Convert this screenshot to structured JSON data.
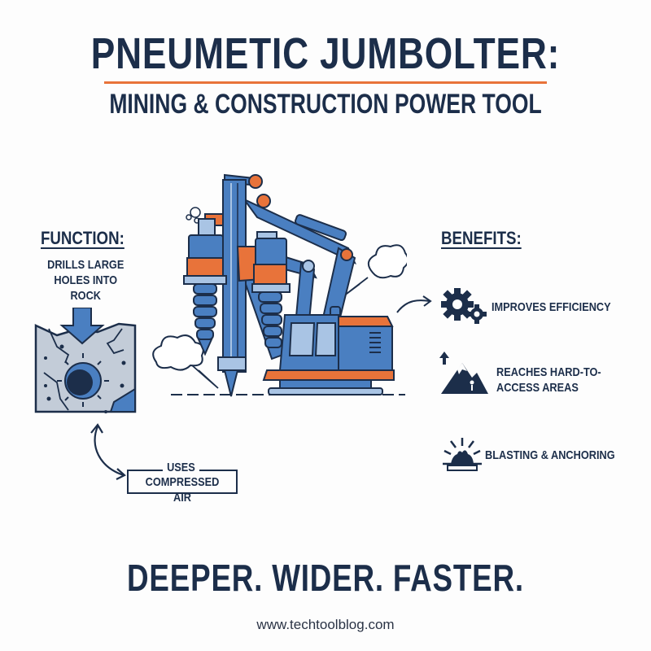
{
  "header": {
    "title": "PNEUMETIC JUMBOLTER:",
    "subtitle": "MINING & CONSTRUCTION POWER TOOL"
  },
  "function_section": {
    "heading": "FUNCTION:",
    "description_line1": "DRILLS LARGE",
    "description_line2": "HOLES INTO ROCK",
    "icon": "rock-drill-hole-icon",
    "air_label_top": "USES",
    "air_label_bottom": "COMPRESSED AIR"
  },
  "illustration": {
    "subject": "jumbolter-drilling-rig",
    "icons": [
      "drill-rig-icon",
      "exhaust-cloud-icon",
      "dust-cloud-icon"
    ]
  },
  "benefits_section": {
    "heading": "BENEFITS:",
    "items": [
      {
        "icon": "gears-icon",
        "label": "IMPROVES EFFICIENCY"
      },
      {
        "icon": "mountain-climber-icon",
        "label_line1": "REACHES HARD-TO-",
        "label_line2": "ACCESS AREAS"
      },
      {
        "icon": "explosion-icon",
        "label": "BLASTING & ANCHORING"
      }
    ]
  },
  "footer": {
    "tagline": "DEEPER. WIDER. FASTER.",
    "url": "www.techtoolblog.com"
  },
  "colors": {
    "navy": "#1c2e4a",
    "accent_orange": "#e8733a",
    "steel_blue": "#4a7fc1",
    "light_blue": "#a9c4e4",
    "rock_gray": "#c3ccd8",
    "background": "#fdfdfd"
  }
}
